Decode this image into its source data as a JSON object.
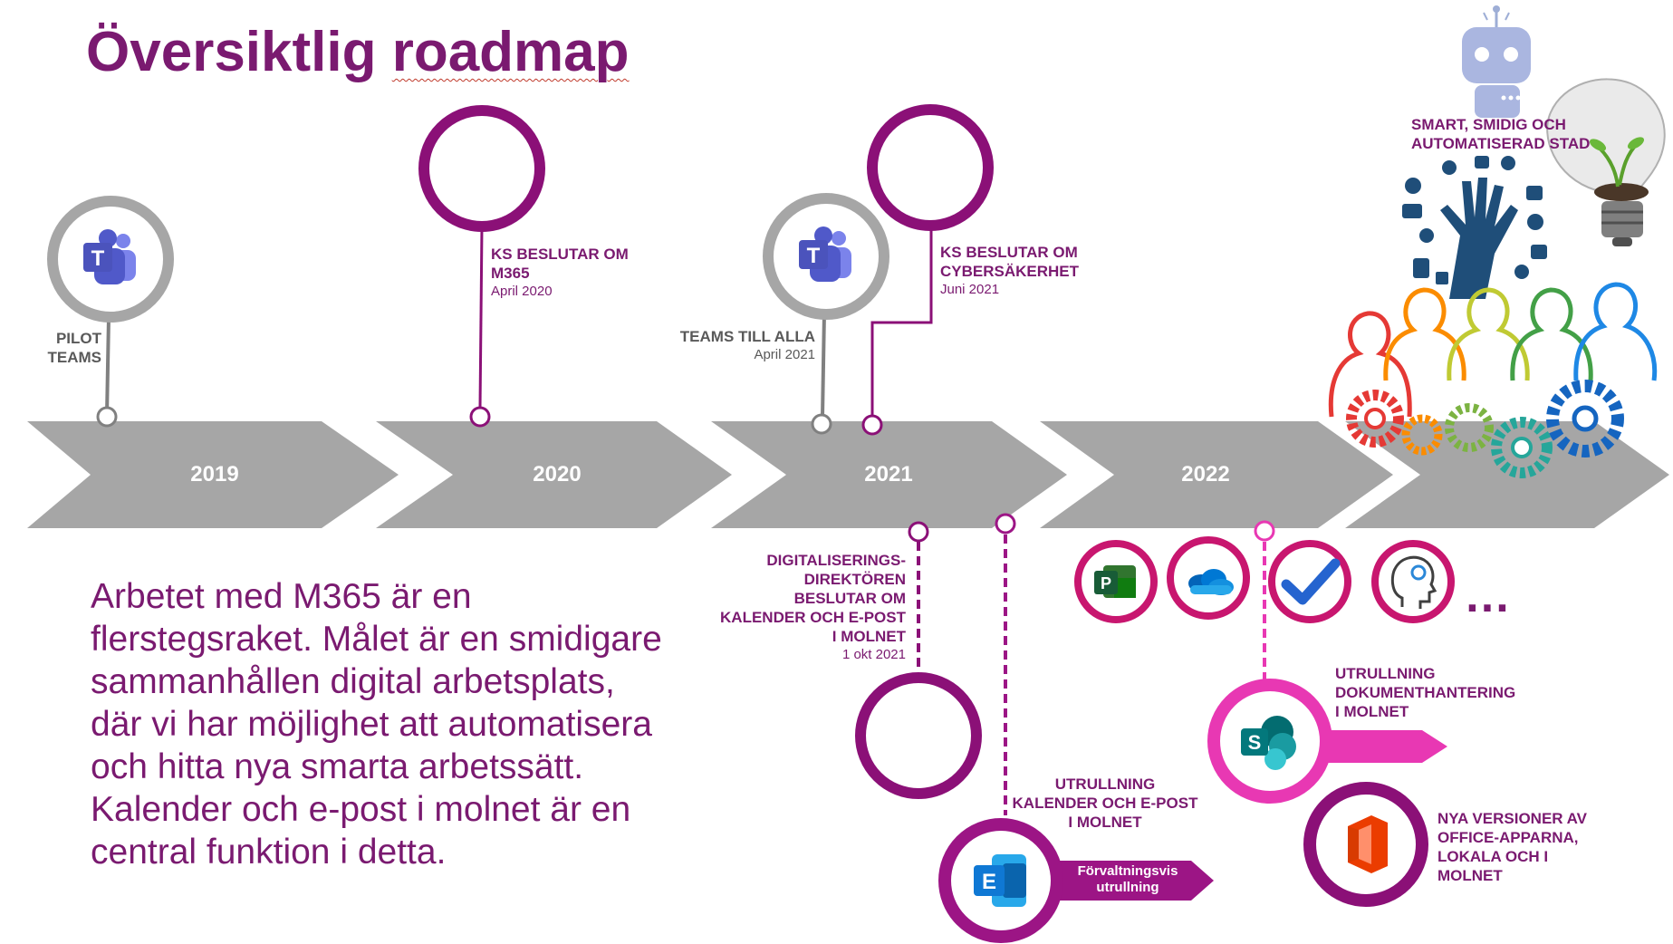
{
  "title": {
    "part1": "Översiktlig ",
    "part2": "roadmap"
  },
  "timeline": {
    "years": [
      "2019",
      "2020",
      "2021",
      "2022"
    ]
  },
  "milestones": {
    "pilot_teams": {
      "line1": "PILOT",
      "line2": "TEAMS"
    },
    "ks_m365": {
      "line1": "KS BESLUTAR OM",
      "line2": "M365",
      "date": "April 2020"
    },
    "teams_all": {
      "line1": "TEAMS TILL ALLA",
      "date": "April 2021"
    },
    "ks_cyber": {
      "line1": "KS BESLUTAR OM",
      "line2": "CYBERSÄKERHET",
      "date": "Juni 2021"
    },
    "digidir": {
      "lines": [
        "DIGITALISERINGS-",
        "DIREKTÖREN",
        "BESLUTAR OM",
        "KALENDER OCH E-POST",
        "I MOLNET"
      ],
      "date": "1 okt 2021"
    },
    "rollout_mail": {
      "lines": [
        "UTRULLNING",
        "KALENDER OCH E-POST",
        "I MOLNET"
      ],
      "tag_line1": "Förvaltningsvis",
      "tag_line2": "utrullning"
    },
    "rollout_docs": {
      "lines": [
        "UTRULLNING",
        "DOKUMENTHANTERING",
        "I MOLNET"
      ]
    },
    "office_versions": {
      "lines": [
        "NYA VERSIONER AV",
        "OFFICE-APPARNA,",
        "LOKALA OCH I",
        "MOLNET"
      ]
    },
    "smart_city": {
      "line1": "SMART, SMIDIG OCH",
      "line2": "AUTOMATISERAD STAD"
    }
  },
  "more_apps": "…",
  "body_text": "Arbetet med M365 är en flerstegsraket. Målet är en smidigare sammanhållen digital arbetsplats, där vi har möjlighet att automatisera och hitta nya smarta arbetssätt. Kalender och e-post i molnet är en central funktion i detta.",
  "icons": [
    "teams-icon",
    "teams-icon",
    "project-icon",
    "onedrive-icon",
    "todo-icon",
    "ai-head-icon",
    "sharepoint-icon",
    "exchange-icon",
    "office-icon",
    "robot-icon",
    "lightbulb-icon",
    "tech-hand-icon",
    "people-gears-icon"
  ],
  "colors": {
    "purple": "#7a1a70",
    "magenta": "#9c1585",
    "pink": "#e838b3",
    "gray": "#a6a6a6",
    "dark_gray": "#595959"
  }
}
